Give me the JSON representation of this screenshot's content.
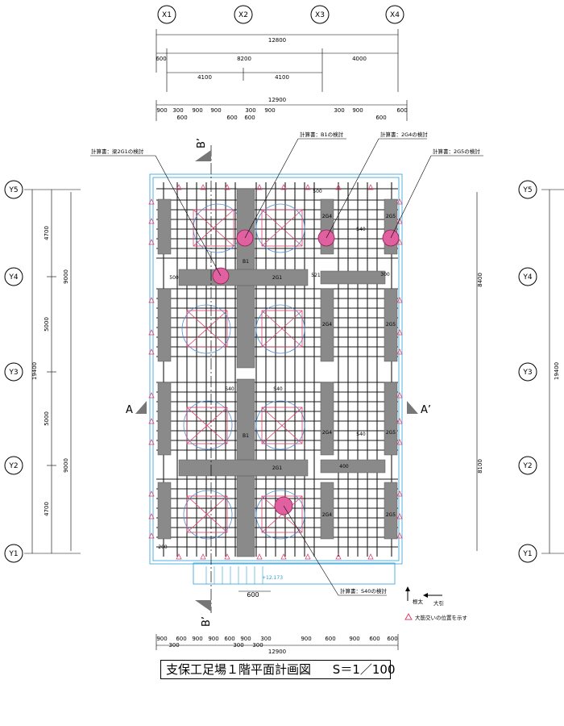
{
  "drawing": {
    "title": "支保工足場１階平面計画図",
    "scale": "S＝1／100",
    "grid_x": [
      "X1",
      "X2",
      "X3",
      "X4"
    ],
    "grid_y": [
      "Y5",
      "Y4",
      "Y3",
      "Y2",
      "Y1"
    ],
    "top_dims": {
      "overall": "12800",
      "row2": [
        "600",
        "8200",
        "4000"
      ],
      "row3": [
        "4100",
        "4100"
      ],
      "row4_total": "12900",
      "row4_upper": [
        "900",
        "300",
        "900",
        "900",
        "300",
        "900",
        "300",
        "900"
      ],
      "row4_lower": [
        "600",
        "600",
        "600",
        "600",
        "600"
      ]
    },
    "bottom_dims": {
      "upper": [
        "900",
        "600",
        "900",
        "900",
        "600",
        "900",
        "300",
        "900",
        "600",
        "900",
        "600",
        "600"
      ],
      "lower": [
        "300",
        "300",
        "300"
      ],
      "total": "12900"
    },
    "left_dims": {
      "overall": "19400",
      "spans": [
        "4700",
        "5000",
        "5000",
        "4700"
      ],
      "sub": [
        "9000",
        "9000"
      ]
    },
    "right_dims": {
      "overall": "19400",
      "sub": [
        "8400",
        "8100"
      ]
    },
    "section_marks": {
      "a": "A",
      "a_prime": "A’",
      "b_prime_top": "B’",
      "b_bottom": "B’"
    },
    "callouts": [
      "計算書：梁2G1の検討",
      "計算書：B1の検討",
      "計算書：2G4の検討",
      "計算書：2G5の検討",
      "計算書：S40の検討"
    ],
    "member_labels": [
      "2G1",
      "2G1",
      "B1",
      "B1",
      "2G4",
      "2G4",
      "2G4",
      "2G4",
      "2G5",
      "2G5",
      "2G5",
      "2G5",
      "S40",
      "S40",
      "S40",
      "S40",
      "521"
    ],
    "small_dims": [
      "500",
      "500",
      "400",
      "300",
      "200",
      "600",
      "+12.173"
    ],
    "legend": {
      "arrow_a": "根太",
      "arrow_b": "大引",
      "brace_note": "大筋交いの位置を示す"
    },
    "colors": {
      "grid": "#000000",
      "beam": "#8a8a8a",
      "scaffold": "#1a1a1a",
      "outline": "#2a9fd6",
      "brace": "#e0406a",
      "highlight": "#e060a0"
    }
  }
}
